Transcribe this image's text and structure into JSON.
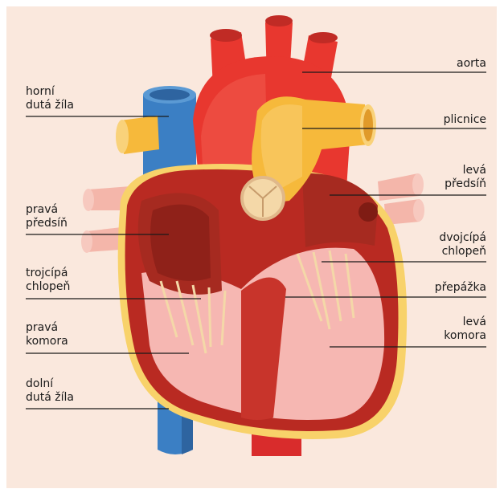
{
  "diagram": {
    "labels": {
      "aorta": [
        "aorta"
      ],
      "plicnice": [
        "plicnice"
      ],
      "leva_predsin": [
        "levá",
        "předsíň"
      ],
      "dvojcipa_chlopen": [
        "dvojcípá",
        "chlopeň"
      ],
      "prepazka": [
        "přepážka"
      ],
      "leva_komora": [
        "levá",
        "komora"
      ],
      "horni_duta_zila": [
        "horní",
        "dutá žíla"
      ],
      "prava_predsin": [
        "pravá",
        "předsíň"
      ],
      "trojcipa_chlopen": [
        "trojcípá",
        "chlopeň"
      ],
      "prava_komora": [
        "pravá",
        "komora"
      ],
      "dolni_duta_zila": [
        "dolní",
        "dutá žíla"
      ]
    },
    "colors": {
      "background": "#fae8dd",
      "aorta_red": "#e8372f",
      "muscle_dark_red": "#b92a22",
      "chamber_red": "#a62a20",
      "pulmonary_yellow": "#f6b93b",
      "vena_cava_blue": "#3b7fc4",
      "inner_pink": "#f6b7b2",
      "valve_cream": "#f4d8a8",
      "leader_line": "#1a1a1a"
    }
  }
}
